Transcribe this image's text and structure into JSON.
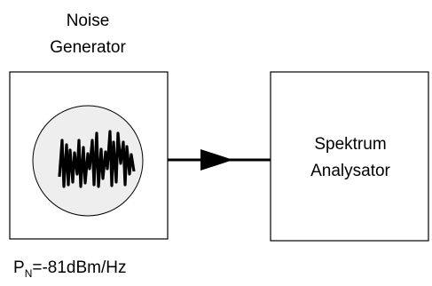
{
  "noise_generator": {
    "title_line1": "Noise",
    "title_line2": "Generator"
  },
  "power_density": {
    "symbol": "P",
    "subscript": "N",
    "value": "=-81dBm/Hz"
  },
  "spectrum_analyzer": {
    "label_line1": "Spektrum",
    "label_line2": "Analysator"
  },
  "colors": {
    "stroke": "#000000",
    "fill_circle": "#eeeeee",
    "background": "#ffffff"
  },
  "icons": {
    "noise_waveform": "noise-waveform-icon",
    "signal_arrow": "arrow-right-icon"
  }
}
